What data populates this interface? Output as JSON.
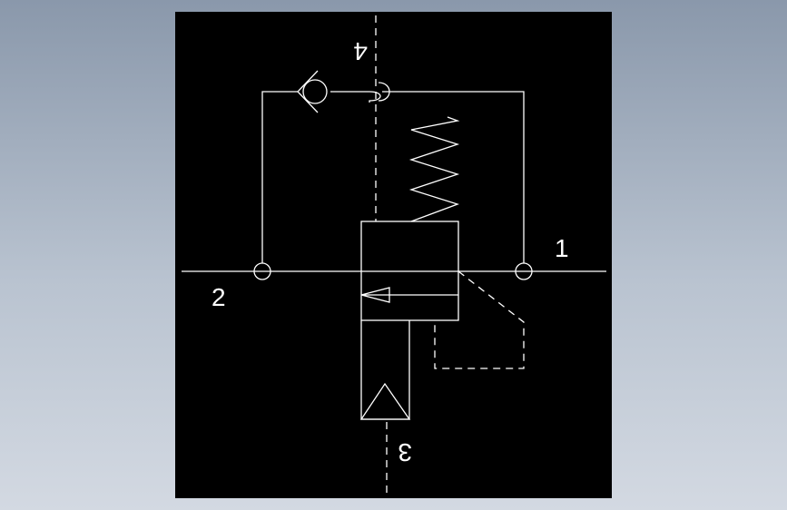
{
  "diagram": {
    "port_labels": {
      "port_1": "1",
      "port_2": "2",
      "port_3": "3",
      "port_4": "4"
    },
    "colors": {
      "canvas_background": "#000000",
      "line_color": "#ffffff",
      "viewport_background": "#a5b1c1"
    }
  }
}
